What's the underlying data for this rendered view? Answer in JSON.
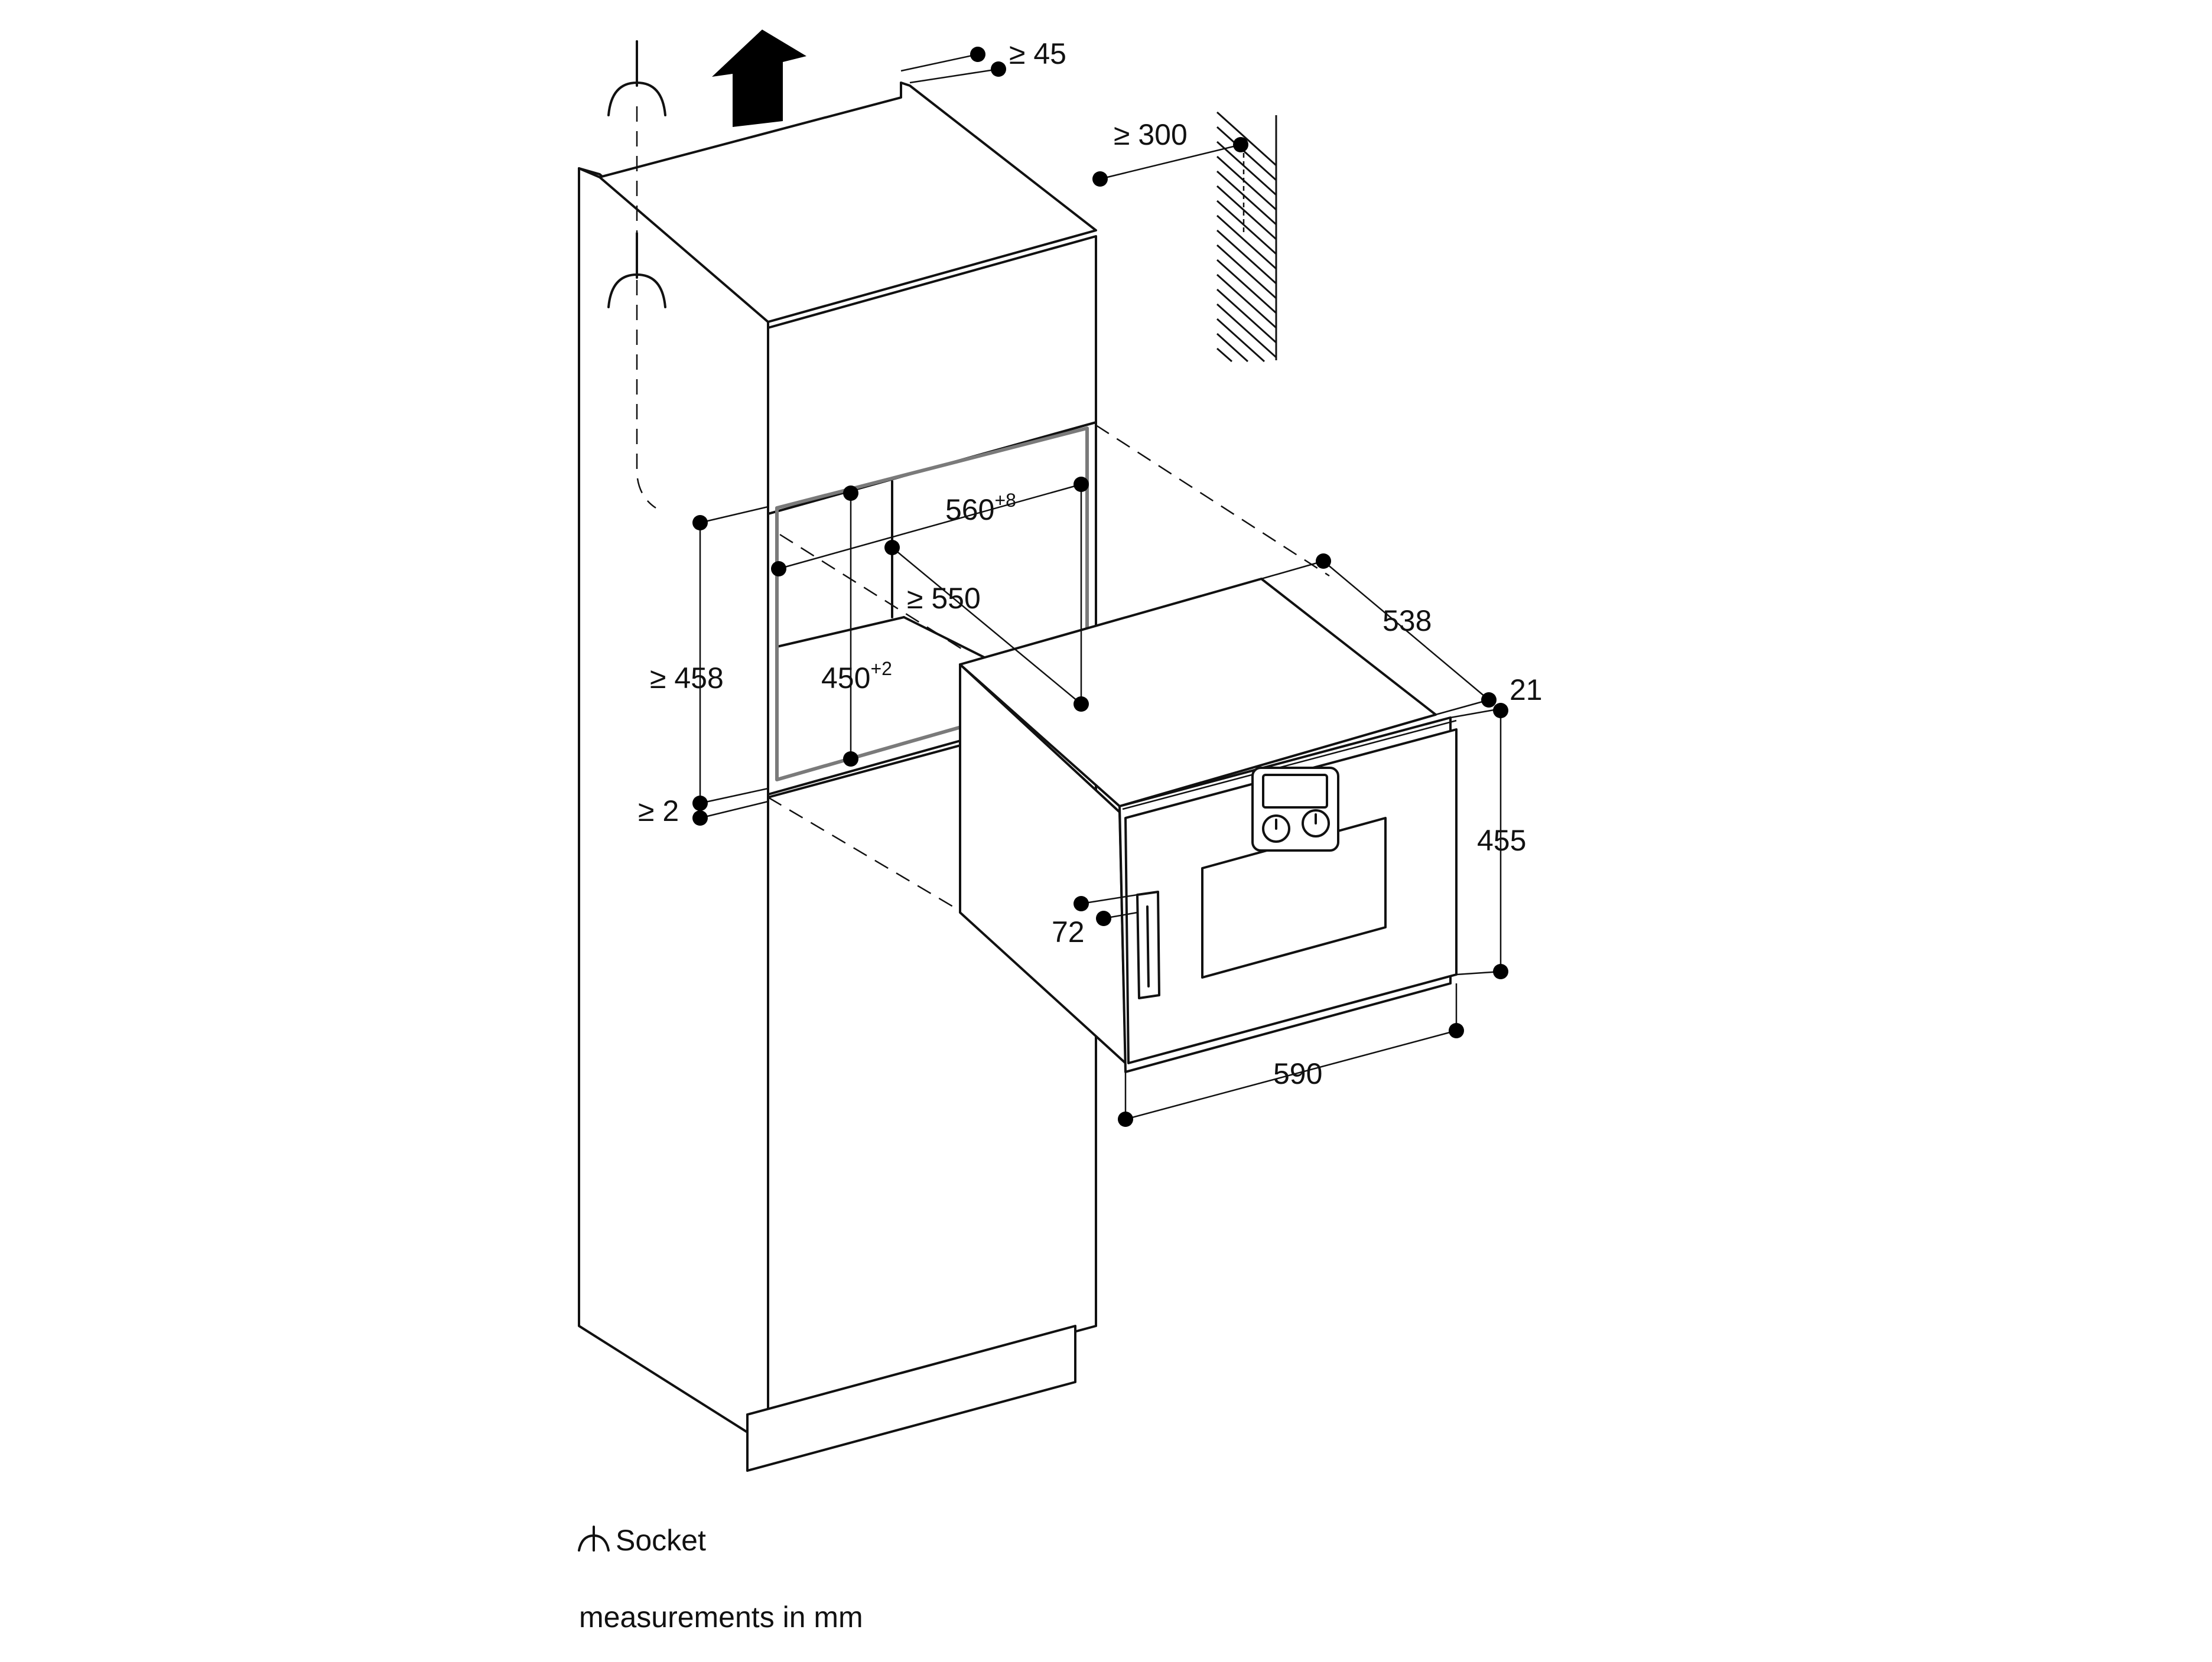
{
  "dimensions": {
    "top_gap": "≥ 45",
    "rear_clearance": "≥ 300",
    "niche_width": "560",
    "niche_width_tol": "+8",
    "niche_depth": "≥ 550",
    "niche_height_min": "≥ 458",
    "niche_height": "450",
    "niche_height_tol": "+2",
    "bottom_gap": "≥ 2",
    "appliance_depth": "538",
    "front_thickness": "21",
    "appliance_height": "455",
    "handle_offset": "72",
    "appliance_width": "590"
  },
  "legend": {
    "socket_label": "Socket",
    "units_note": "measurements in mm"
  },
  "icons": {
    "socket": "socket-icon",
    "vent": "upward-arrow-icon",
    "wall": "wall-hatch-icon"
  }
}
